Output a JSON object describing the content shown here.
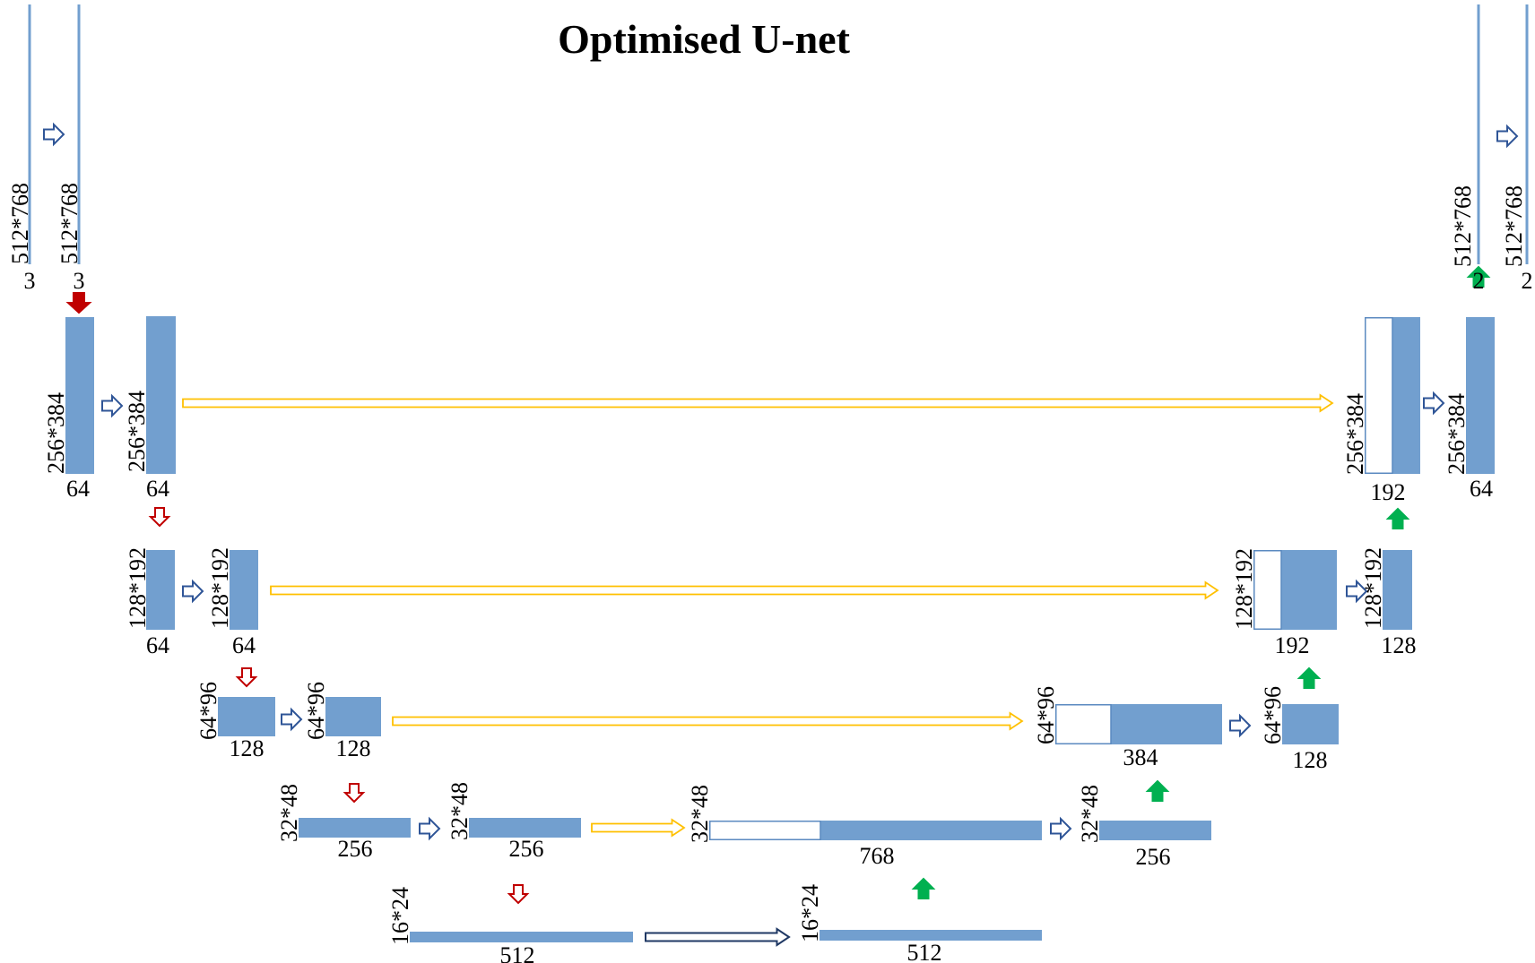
{
  "title": "Optimised U-net",
  "colors": {
    "block": "#729fcf",
    "block_edge": "#5b8ac0",
    "concat_fill": "#ffffff",
    "conv_arrow": "#2f5597",
    "pool_arrow": "#c00000",
    "pool_arrow_solid": "#c00000",
    "up_arrow": "#00b050",
    "skip_arrow": "#ffc000",
    "bottleneck_arrow": "#1f3864"
  },
  "arrow_legend_icons": {
    "conv": "hollow-right-arrow-icon",
    "pool": "hollow-down-arrow-icon",
    "input_pool": "solid-down-arrow-icon",
    "up": "solid-up-arrow-icon",
    "skip": "hollow-long-right-arrow-icon"
  },
  "labels": {
    "in0_size": "512*768",
    "in0_ch": "3",
    "in1_size": "512*768",
    "in1_ch": "3",
    "out0_size": "512*768",
    "out0_ch": "2",
    "out1_size": "512*768",
    "out1_ch": "2",
    "e1a_size": "256*384",
    "e1a_ch": "64",
    "e1b_size": "256*384",
    "e1b_ch": "64",
    "d1cat_size": "256*384",
    "d1cat_ch": "192",
    "d1_size": "256*384",
    "d1_ch": "64",
    "e2a_size": "128*192",
    "e2a_ch": "64",
    "e2b_size": "128*192",
    "e2b_ch": "64",
    "d2cat_size": "128*192",
    "d2cat_ch": "192",
    "d2_size": "128*192",
    "d2_ch": "128",
    "e3a_size": "64*96",
    "e3a_ch": "128",
    "e3b_size": "64*96",
    "e3b_ch": "128",
    "d3cat_size": "64*96",
    "d3cat_ch": "384",
    "d3_size": "64*96",
    "d3_ch": "128",
    "e4a_size": "32*48",
    "e4a_ch": "256",
    "e4b_size": "32*48",
    "e4b_ch": "256",
    "d4cat_size": "32*48",
    "d4cat_ch": "768",
    "d4_size": "32*48",
    "d4_ch": "256",
    "b1_size": "16*24",
    "b1_ch": "512",
    "b2_size": "16*24",
    "b2_ch": "512"
  }
}
